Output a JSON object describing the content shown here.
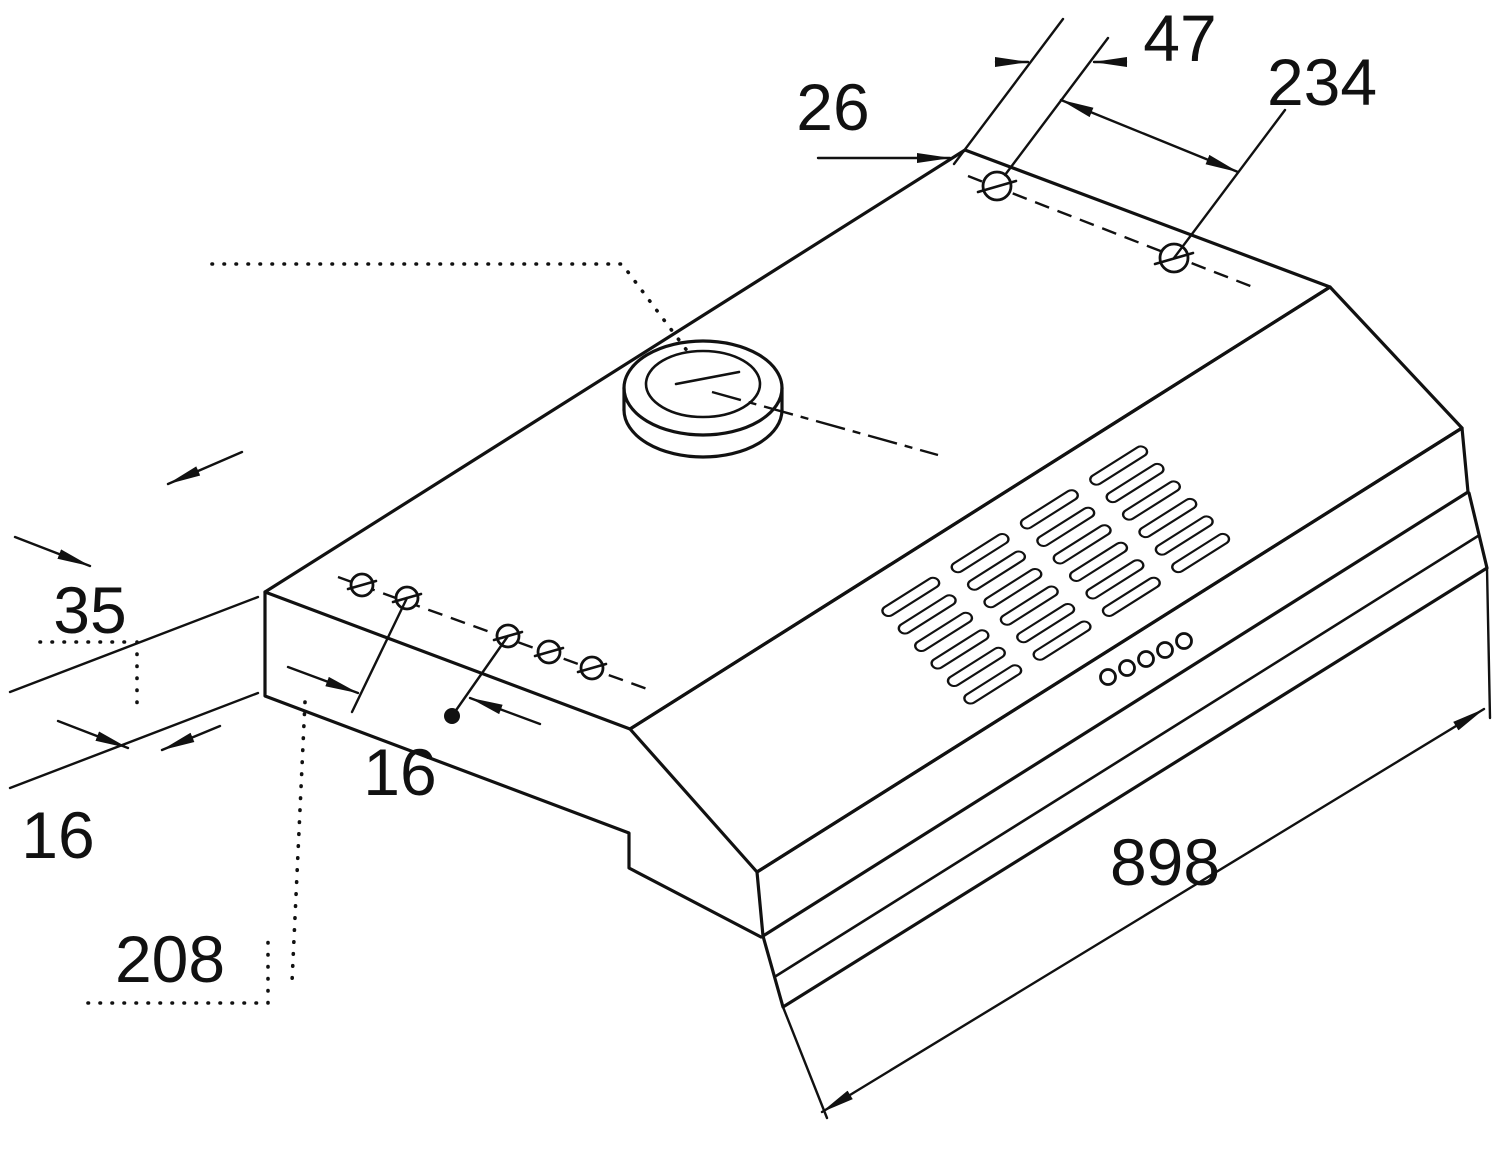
{
  "page": {
    "background": "#ffffff",
    "line_color": "#111111"
  },
  "diagram": {
    "type": "technical-dimension-drawing",
    "labels": {
      "d26": "26",
      "d47": "47",
      "d234": "234",
      "d35": "35",
      "d16_left": "16",
      "d16_front": "16",
      "d208": "208",
      "d898": "898"
    }
  }
}
